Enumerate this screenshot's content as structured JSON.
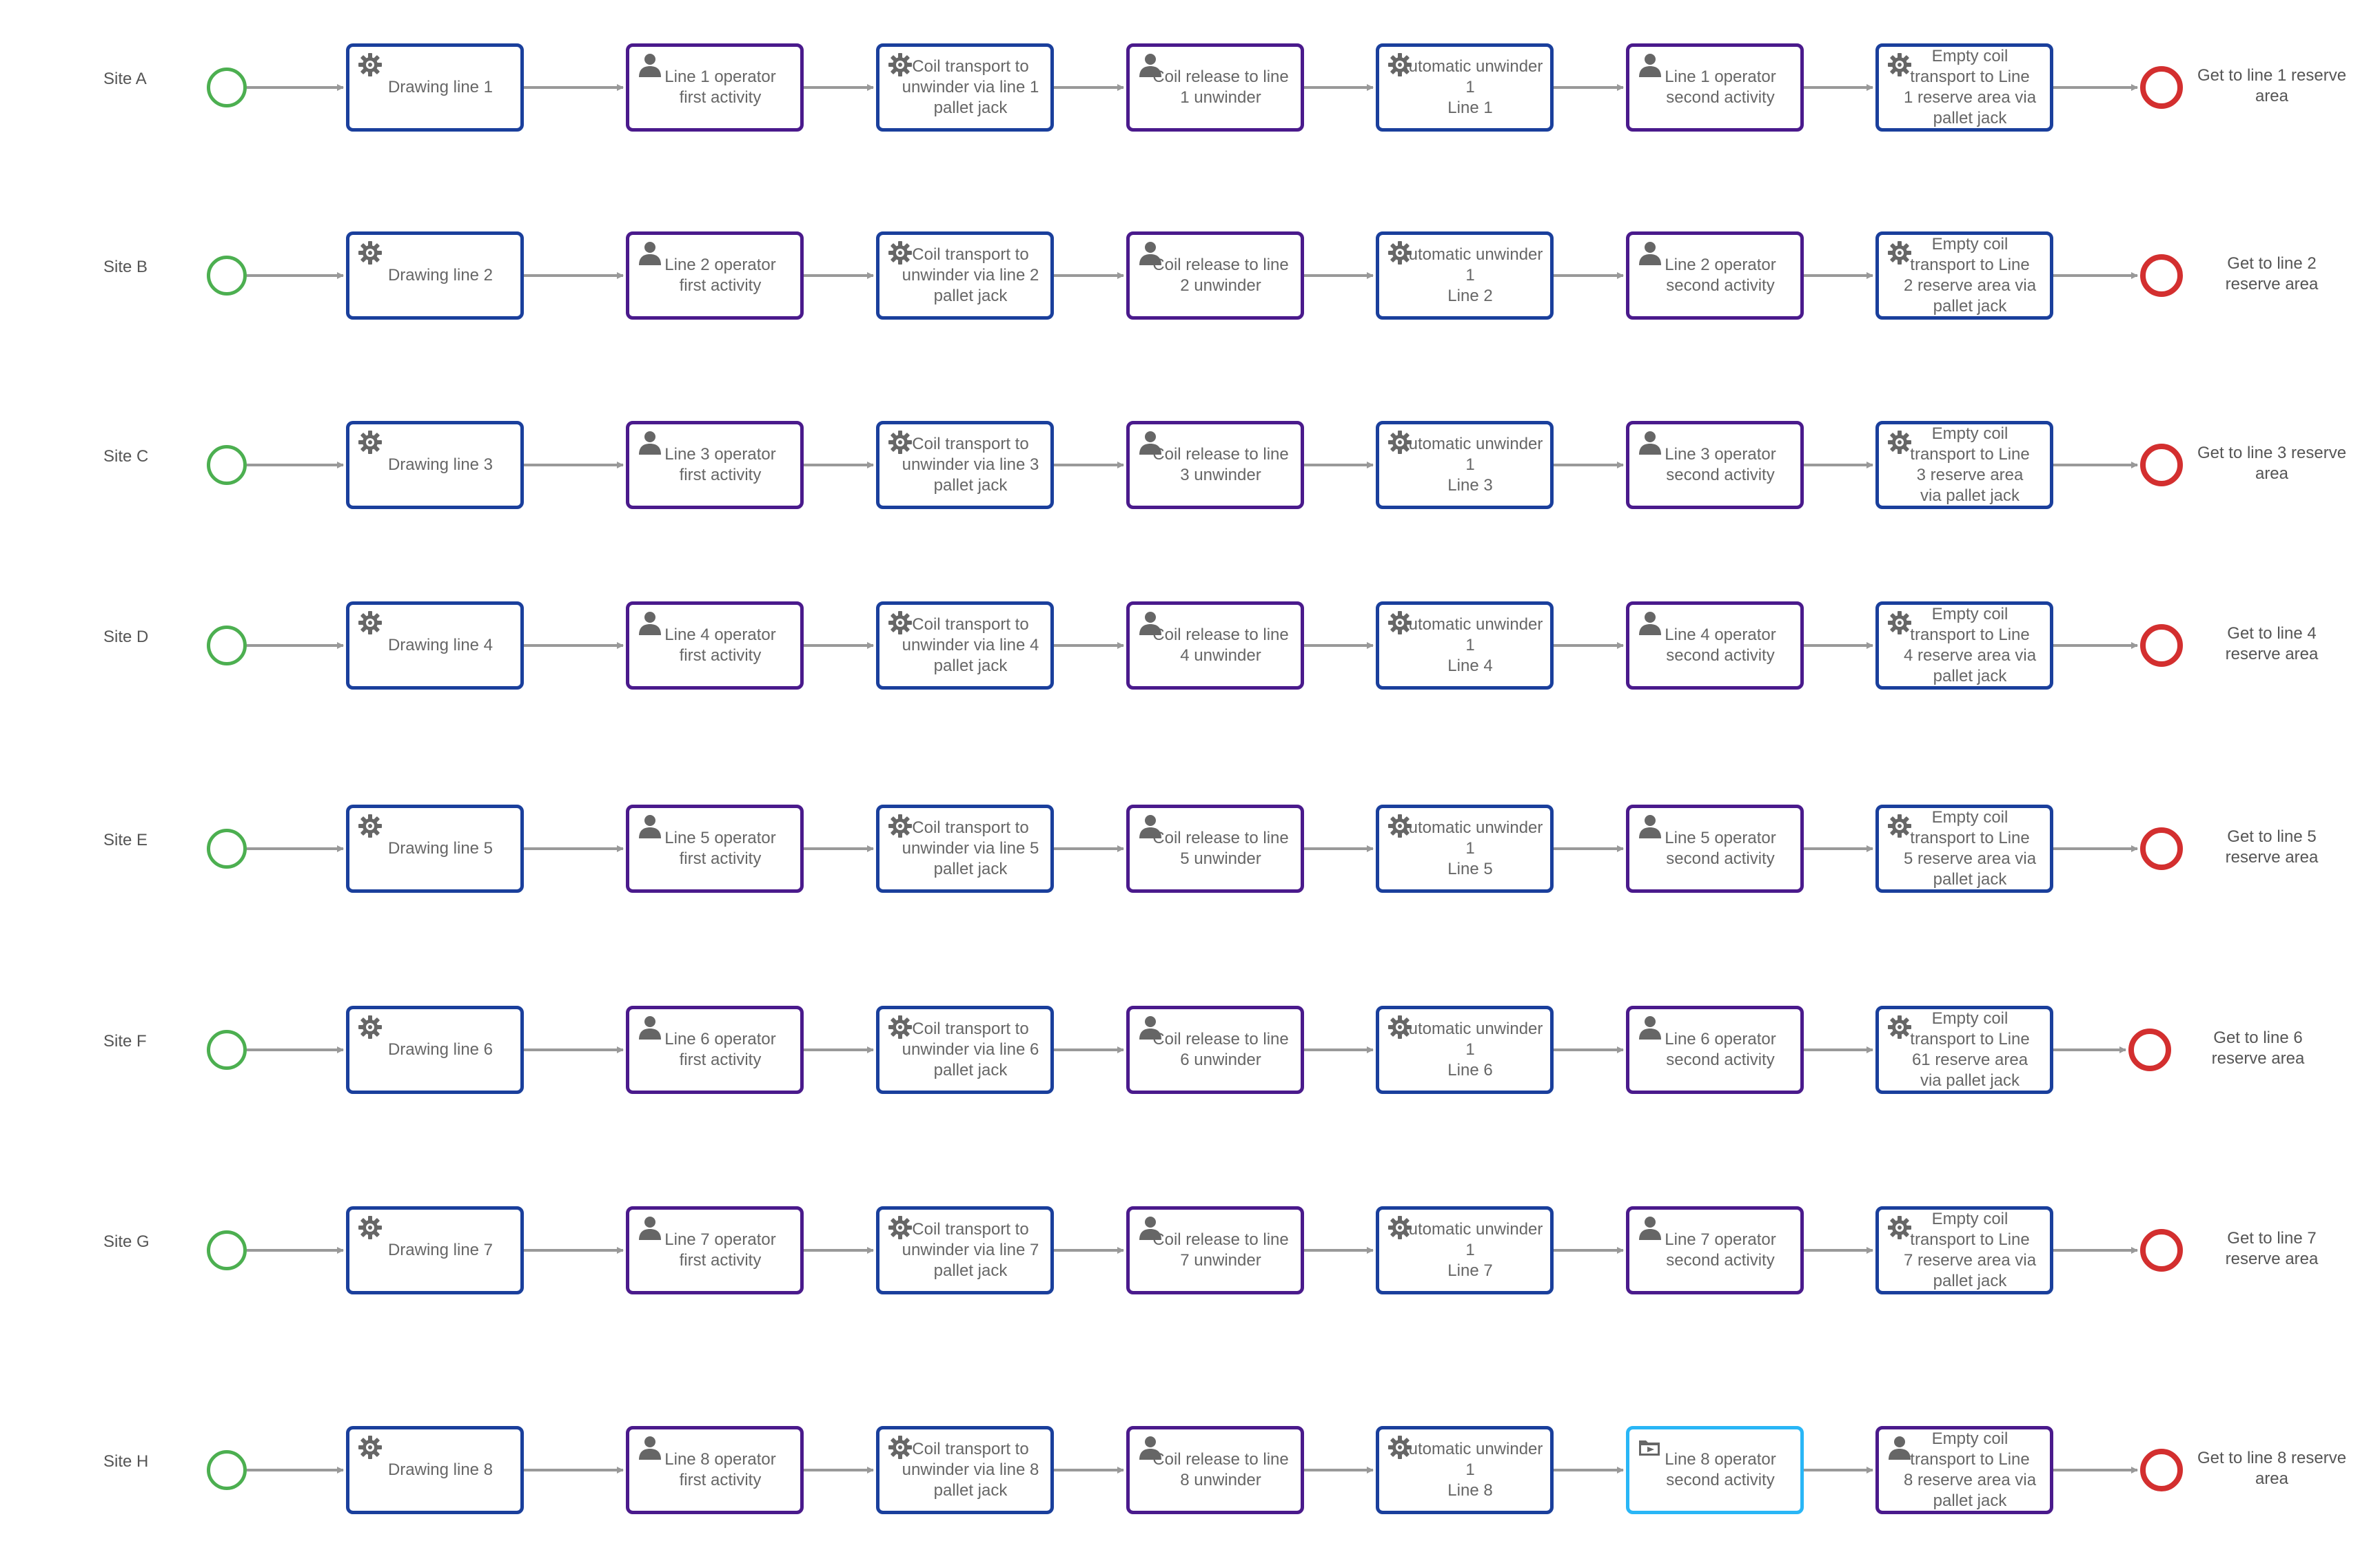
{
  "colors": {
    "start_event": "#4caf50",
    "end_event": "#d32f2f",
    "service_task_border": "#1a3f9c",
    "user_task_border": "#4a1a8c",
    "selected_task_border": "#29b6f6",
    "connector": "#999999",
    "icon": "#666666"
  },
  "rows": [
    {
      "site": "Site A",
      "tasks": [
        {
          "label": "Drawing line 1",
          "icon": "gear-icon"
        },
        {
          "label": "Line 1 operator\nfirst activity",
          "icon": "person-icon"
        },
        {
          "label": "Coil transport to\nunwinder via line 1\npallet jack",
          "icon": "gear-icon"
        },
        {
          "label": "Coil release to line\n1 unwinder",
          "icon": "person-icon"
        },
        {
          "label": "Automatic unwinder 1\nLine 1",
          "icon": "gear-icon"
        },
        {
          "label": "Line 1 operator\nsecond activity",
          "icon": "person-icon"
        },
        {
          "label": "Empty coil\ntransport to Line\n1 reserve area via\npallet jack",
          "icon": "gear-icon"
        }
      ],
      "end_label": "Get to line 1 reserve\narea"
    },
    {
      "site": "Site B",
      "tasks": [
        {
          "label": "Drawing line 2",
          "icon": "gear-icon"
        },
        {
          "label": "Line 2 operator\nfirst activity",
          "icon": "person-icon"
        },
        {
          "label": "Coil transport to\nunwinder via line 2\npallet jack",
          "icon": "gear-icon"
        },
        {
          "label": "Coil release to line\n2 unwinder",
          "icon": "person-icon"
        },
        {
          "label": "Automatic unwinder 1\nLine 2",
          "icon": "gear-icon"
        },
        {
          "label": "Line 2 operator\nsecond activity",
          "icon": "person-icon"
        },
        {
          "label": "Empty coil\ntransport to Line\n2 reserve area via\npallet jack",
          "icon": "gear-icon"
        }
      ],
      "end_label": "Get to line 2\nreserve area"
    },
    {
      "site": "Site C",
      "tasks": [
        {
          "label": "Drawing line 3",
          "icon": "gear-icon"
        },
        {
          "label": "Line 3 operator\nfirst activity",
          "icon": "person-icon"
        },
        {
          "label": "Coil transport to\nunwinder via line 3\npallet jack",
          "icon": "gear-icon"
        },
        {
          "label": "Coil release to line\n3 unwinder",
          "icon": "person-icon"
        },
        {
          "label": "Automatic unwinder 1\nLine 3",
          "icon": "gear-icon"
        },
        {
          "label": "Line 3 operator\nsecond activity",
          "icon": "person-icon"
        },
        {
          "label": "Empty coil\ntransport to Line\n3 reserve area\nvia pallet jack",
          "icon": "gear-icon"
        }
      ],
      "end_label": "Get to line 3 reserve\narea"
    },
    {
      "site": "Site D",
      "tasks": [
        {
          "label": "Drawing line 4",
          "icon": "gear-icon"
        },
        {
          "label": "Line 4 operator\nfirst activity",
          "icon": "person-icon"
        },
        {
          "label": "Coil transport to\nunwinder via line 4\npallet jack",
          "icon": "gear-icon"
        },
        {
          "label": "Coil release to line\n4 unwinder",
          "icon": "person-icon"
        },
        {
          "label": "Automatic unwinder 1\nLine 4",
          "icon": "gear-icon"
        },
        {
          "label": "Line 4 operator\nsecond activity",
          "icon": "person-icon"
        },
        {
          "label": "Empty coil\ntransport to Line\n4 reserve area via\npallet jack",
          "icon": "gear-icon"
        }
      ],
      "end_label": "Get to line 4\nreserve area"
    },
    {
      "site": "Site E",
      "tasks": [
        {
          "label": "Drawing line 5",
          "icon": "gear-icon"
        },
        {
          "label": "Line 5 operator\nfirst activity",
          "icon": "person-icon"
        },
        {
          "label": "Coil transport to\nunwinder via line 5\npallet jack",
          "icon": "gear-icon"
        },
        {
          "label": "Coil release to line\n5 unwinder",
          "icon": "person-icon"
        },
        {
          "label": "Automatic unwinder 1\nLine 5",
          "icon": "gear-icon"
        },
        {
          "label": "Line 5 operator\nsecond activity",
          "icon": "person-icon"
        },
        {
          "label": "Empty coil\ntransport to Line\n5 reserve area via\npallet jack",
          "icon": "gear-icon"
        }
      ],
      "end_label": "Get to line 5\nreserve area"
    },
    {
      "site": "Site F",
      "tasks": [
        {
          "label": "Drawing line 6",
          "icon": "gear-icon"
        },
        {
          "label": "Line 6 operator\nfirst activity",
          "icon": "person-icon"
        },
        {
          "label": "Coil transport to\nunwinder via line 6\npallet jack",
          "icon": "gear-icon"
        },
        {
          "label": "Coil release to line\n6 unwinder",
          "icon": "person-icon"
        },
        {
          "label": "Automatic unwinder 1\nLine 6",
          "icon": "gear-icon"
        },
        {
          "label": "Line 6 operator\nsecond activity",
          "icon": "person-icon"
        },
        {
          "label": "Empty coil\ntransport to Line\n61 reserve area\nvia pallet jack",
          "icon": "gear-icon"
        }
      ],
      "end_label": "Get to line 6\nreserve area"
    },
    {
      "site": "Site G",
      "tasks": [
        {
          "label": "Drawing line 7",
          "icon": "gear-icon"
        },
        {
          "label": "Line 7 operator\nfirst activity",
          "icon": "person-icon"
        },
        {
          "label": "Coil transport to\nunwinder via line 7\npallet jack",
          "icon": "gear-icon"
        },
        {
          "label": "Coil release to line\n7 unwinder",
          "icon": "person-icon"
        },
        {
          "label": "Automatic unwinder 1\nLine 7",
          "icon": "gear-icon"
        },
        {
          "label": "Line 7 operator\nsecond activity",
          "icon": "person-icon"
        },
        {
          "label": "Empty coil\ntransport to Line\n7 reserve area via\npallet jack",
          "icon": "gear-icon"
        }
      ],
      "end_label": "Get to line 7\nreserve area"
    },
    {
      "site": "Site H",
      "tasks": [
        {
          "label": "Drawing line 8",
          "icon": "gear-icon"
        },
        {
          "label": "Line 8 operator\nfirst activity",
          "icon": "person-icon"
        },
        {
          "label": "Coil transport to\nunwinder via line 8\npallet jack",
          "icon": "gear-icon"
        },
        {
          "label": "Coil release to line\n8 unwinder",
          "icon": "person-icon"
        },
        {
          "label": "Automatic unwinder 1\nLine 8",
          "icon": "gear-icon"
        },
        {
          "label": "Line 8 operator\nsecond activity",
          "icon": "folder-icon",
          "selected": true
        },
        {
          "label": "Empty coil\ntransport to Line\n8 reserve area via\npallet jack",
          "icon": "person-icon"
        }
      ],
      "end_label": "Get to line 8 reserve\narea"
    }
  ]
}
